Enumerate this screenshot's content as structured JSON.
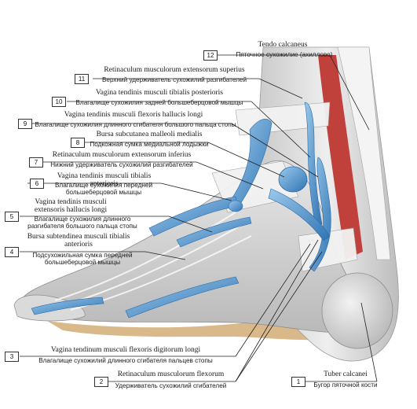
{
  "labels": [
    {
      "num": "1",
      "latin": "Tuber calcanei",
      "russian": "Бугор пяточной кости"
    },
    {
      "num": "2",
      "latin": "Retinaculum musculorum flexorum",
      "russian": "Удерживатель сухожилий сгибателей"
    },
    {
      "num": "3",
      "latin": "Vagina tendinum musculi flexoris digitorum longi",
      "russian": "Влагалище сухожилий длинного сгибателя пальцев стопы"
    },
    {
      "num": "4",
      "latin": "Bursa subtendinea musculi tibialis anterioris",
      "russian": "Подсухожильная сумка передней большеберцовой мышцы"
    },
    {
      "num": "5",
      "latin": "Vagina tendinis musculi extensoris hallucis longi",
      "russian": "Влагалище сухожилия длинного разгибателя большого пальца стопы"
    },
    {
      "num": "6",
      "latin": "Vagina tendinis musculi tibialis anterioris",
      "russian": "Влагалище сухожилия передней большеберцовой мышцы"
    },
    {
      "num": "7",
      "latin": "Retinaculum musculorum extensorum inferius",
      "russian": "Нижний удерживатель сухожилий разгибателей"
    },
    {
      "num": "8",
      "latin": "Bursa subcutanea malleoli medialis",
      "russian": "Подкожная сумка медиальной лодыжки"
    },
    {
      "num": "9",
      "latin": "Vagina tendinis musculi flexoris hallucis longi",
      "russian": "Влагалище сухожилия длинного сгибателя большого пальца стопы"
    },
    {
      "num": "10",
      "latin": "Vagina tendinis musculi tibialis posterioris",
      "russian": "Влагалище сухожилия задней большеберцовой мышцы"
    },
    {
      "num": "11",
      "latin": "Retinaculum musculorum extensorum superius",
      "russian": "Верхний удерживатель сухожилий разгибателей"
    },
    {
      "num": "12",
      "latin": "Tendo calcaneus",
      "russian": "Пяточное сухожилие (ахиллово)"
    }
  ],
  "colors": {
    "skin": "#d8d8d8",
    "bone": "#ececec",
    "sheath": "#3d86c6",
    "sheath_light": "#8ec0e6",
    "muscle": "#c0413c",
    "fat": "#d9b98a",
    "leader": "#222222"
  }
}
